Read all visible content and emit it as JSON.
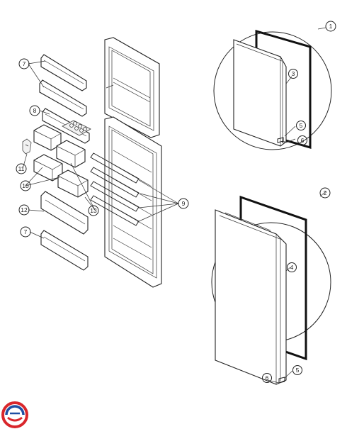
{
  "diagram": {
    "callouts": {
      "c1": "1",
      "c2": "2",
      "c3": "3",
      "c4": "4",
      "c5a": "5",
      "c5b": "5",
      "c6a": "6",
      "c6b": "6",
      "c7a": "7",
      "c7b": "7",
      "c8": "8",
      "c9": "9",
      "c10": "10",
      "c11": "11",
      "c12": "12",
      "c13": "13"
    },
    "logo_icon": "brand-logo-icon",
    "colors": {
      "logo_red": "#d9262b",
      "logo_blue": "#1f4fa3",
      "line": "#222222"
    }
  }
}
